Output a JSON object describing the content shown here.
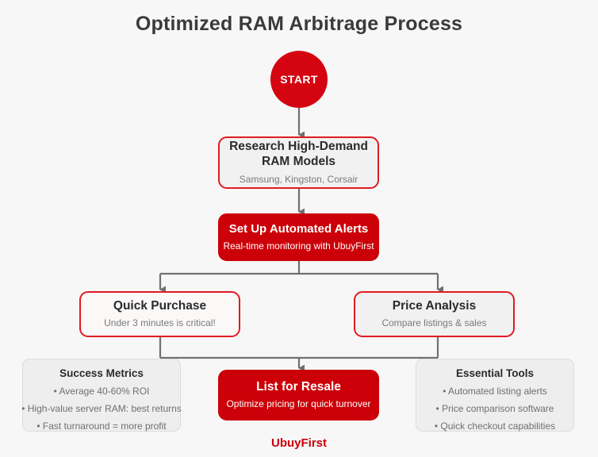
{
  "page": {
    "title": "Optimized RAM Arbitrage Process",
    "background_color": "#f7f7f7",
    "footer_brand": "UbuyFirst"
  },
  "colors": {
    "brand_red": "#cc0008",
    "accent_red_border": "#e01b22",
    "start_red": "#d40511",
    "connector_gray": "#707070",
    "title_dark": "#3a3a3a",
    "subtitle_gray": "#7a7a7a",
    "panel_fill": "#eeeeee",
    "box_fill_light": "#f1f1f1"
  },
  "flow": {
    "start": {
      "label": "START",
      "shape": "circle",
      "style": "solid-red"
    },
    "nodes": [
      {
        "id": "research",
        "title": "Research High-Demand RAM Models",
        "subtitle": "Samsung, Kingston, Corsair",
        "style": "outline-red"
      },
      {
        "id": "alerts",
        "title": "Set Up Automated Alerts",
        "subtitle": "Real-time monitoring with UbuyFirst",
        "style": "solid-red"
      },
      {
        "id": "purchase",
        "title": "Quick Purchase",
        "subtitle": "Under 3 minutes is critical!",
        "style": "outline-red"
      },
      {
        "id": "analysis",
        "title": "Price Analysis",
        "subtitle": "Compare listings & sales",
        "style": "outline-red"
      },
      {
        "id": "resale",
        "title": "List for Resale",
        "subtitle": "Optimize pricing for quick turnover",
        "style": "solid-red"
      }
    ],
    "edges": [
      {
        "from": "start",
        "to": "research",
        "type": "straight-arrow"
      },
      {
        "from": "research",
        "to": "alerts",
        "type": "straight-arrow"
      },
      {
        "from": "alerts",
        "to": "purchase",
        "type": "split-arrow"
      },
      {
        "from": "alerts",
        "to": "analysis",
        "type": "split-arrow"
      },
      {
        "from": "purchase",
        "to": "resale",
        "type": "merge-arrow"
      },
      {
        "from": "analysis",
        "to": "resale",
        "type": "merge-arrow"
      }
    ]
  },
  "panels": [
    {
      "id": "metrics",
      "title": "Success Metrics",
      "items": [
        "• Average 40-60% ROI",
        "• High-value server RAM: best returns",
        "• Fast turnaround = more profit"
      ]
    },
    {
      "id": "tools",
      "title": "Essential Tools",
      "items": [
        "• Automated listing alerts",
        "• Price comparison software",
        "• Quick checkout capabilities"
      ]
    }
  ]
}
